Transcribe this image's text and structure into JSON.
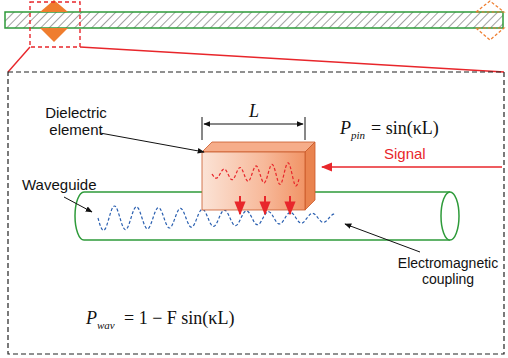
{
  "diagram": {
    "labels": [
      "Dielectric element",
      "L",
      "P",
      "pin",
      "= sin(κL)",
      "Signal",
      "Waveguide",
      "Electromagnetic coupling",
      "P",
      "wav",
      "= 1 − F sin(κL)"
    ]
  }
}
